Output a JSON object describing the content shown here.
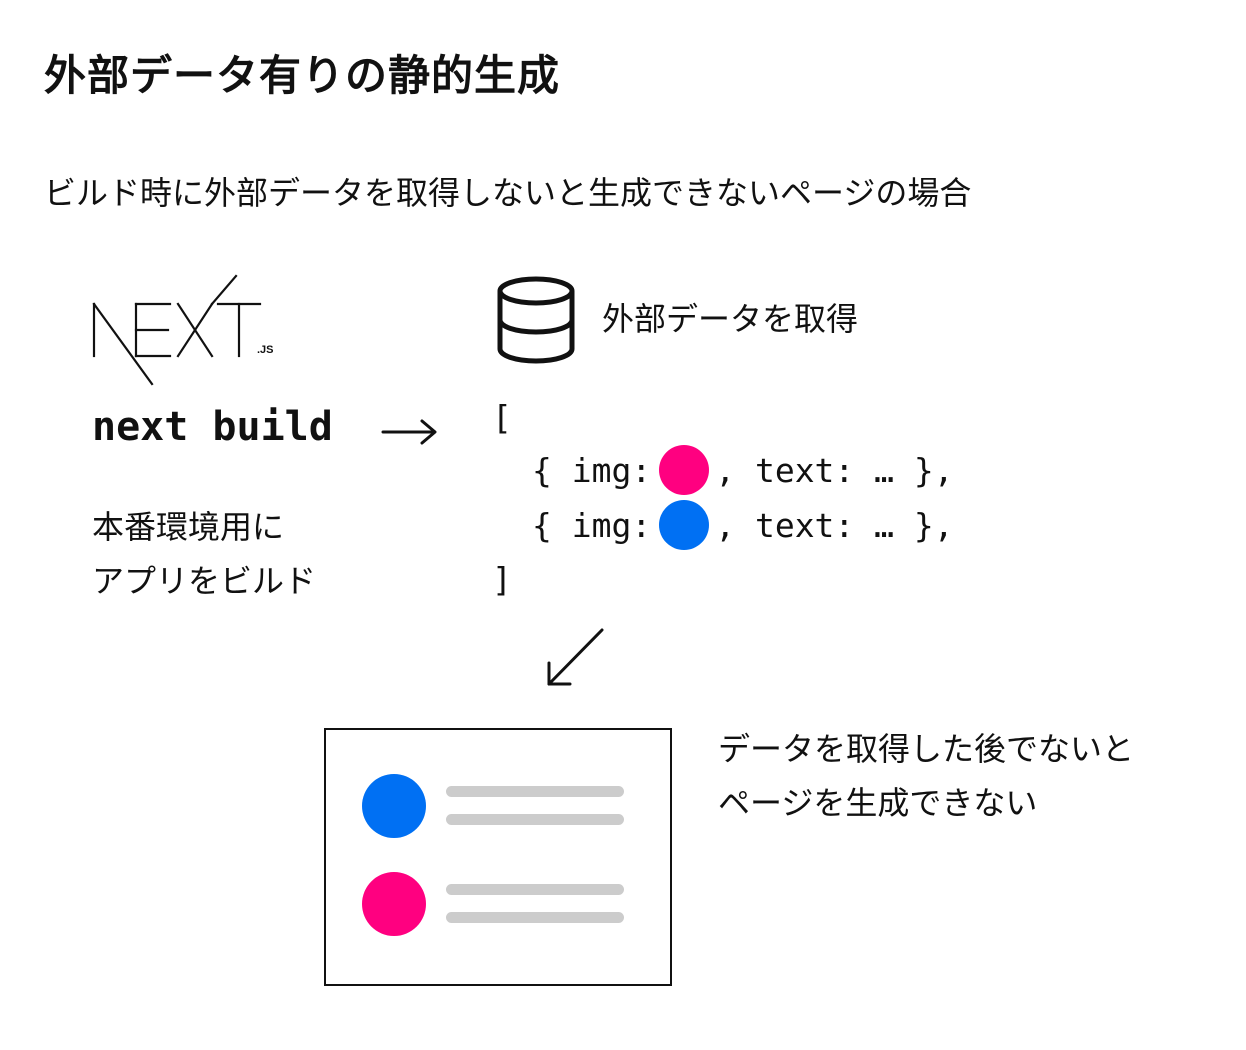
{
  "title": "外部データ有りの静的生成",
  "subtitle": "ビルド時に外部データを取得しないと生成できないページの場合",
  "nextjs_logo": {
    "wordmark": "NEXT",
    "suffix": ".JS"
  },
  "build": {
    "command": "next build",
    "description_lines": [
      "本番環境用に",
      "アプリをビルド"
    ]
  },
  "data_source": {
    "icon": "database-icon",
    "label": "外部データを取得"
  },
  "code": {
    "open_bracket": "[",
    "close_bracket": "]",
    "rows": [
      {
        "prefix": "{ img:",
        "suffix": ", text: … },",
        "dot_color": "#FF0080"
      },
      {
        "prefix": "{ img:",
        "suffix": ", text: … },",
        "dot_color": "#0070F3"
      }
    ]
  },
  "page_mock": {
    "items": [
      {
        "avatar_color": "#0070F3"
      },
      {
        "avatar_color": "#FF0080"
      }
    ]
  },
  "page_description_lines": [
    "データを取得した後でないと",
    "ページを生成できない"
  ],
  "colors": {
    "pink": "#FF0080",
    "blue": "#0070F3",
    "placeholder_line": "#CCCCCC",
    "ink": "#111111"
  }
}
